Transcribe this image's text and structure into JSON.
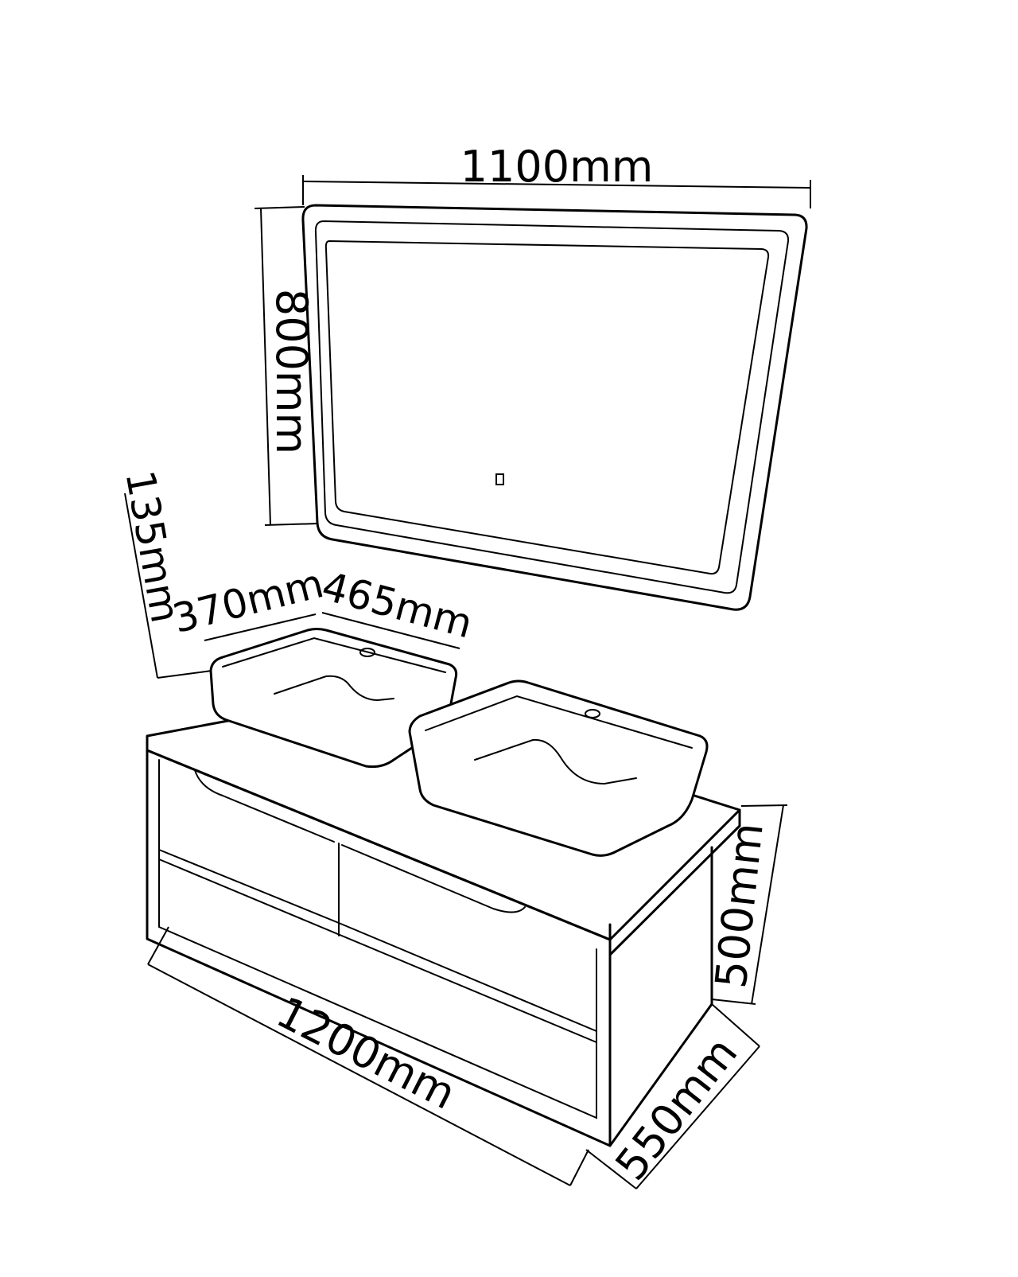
{
  "dimensions": {
    "mirror_width": "1100mm",
    "mirror_height": "800mm",
    "basin_height": "135mm",
    "basin_depth": "370mm",
    "basin_width": "465mm",
    "cabinet_height": "500mm",
    "cabinet_width": "1200mm",
    "cabinet_depth": "550mm"
  },
  "colors": {
    "stroke": "#000000",
    "background": "#ffffff"
  },
  "icons": {
    "mirror_touch_switch": "touch-switch-icon"
  }
}
